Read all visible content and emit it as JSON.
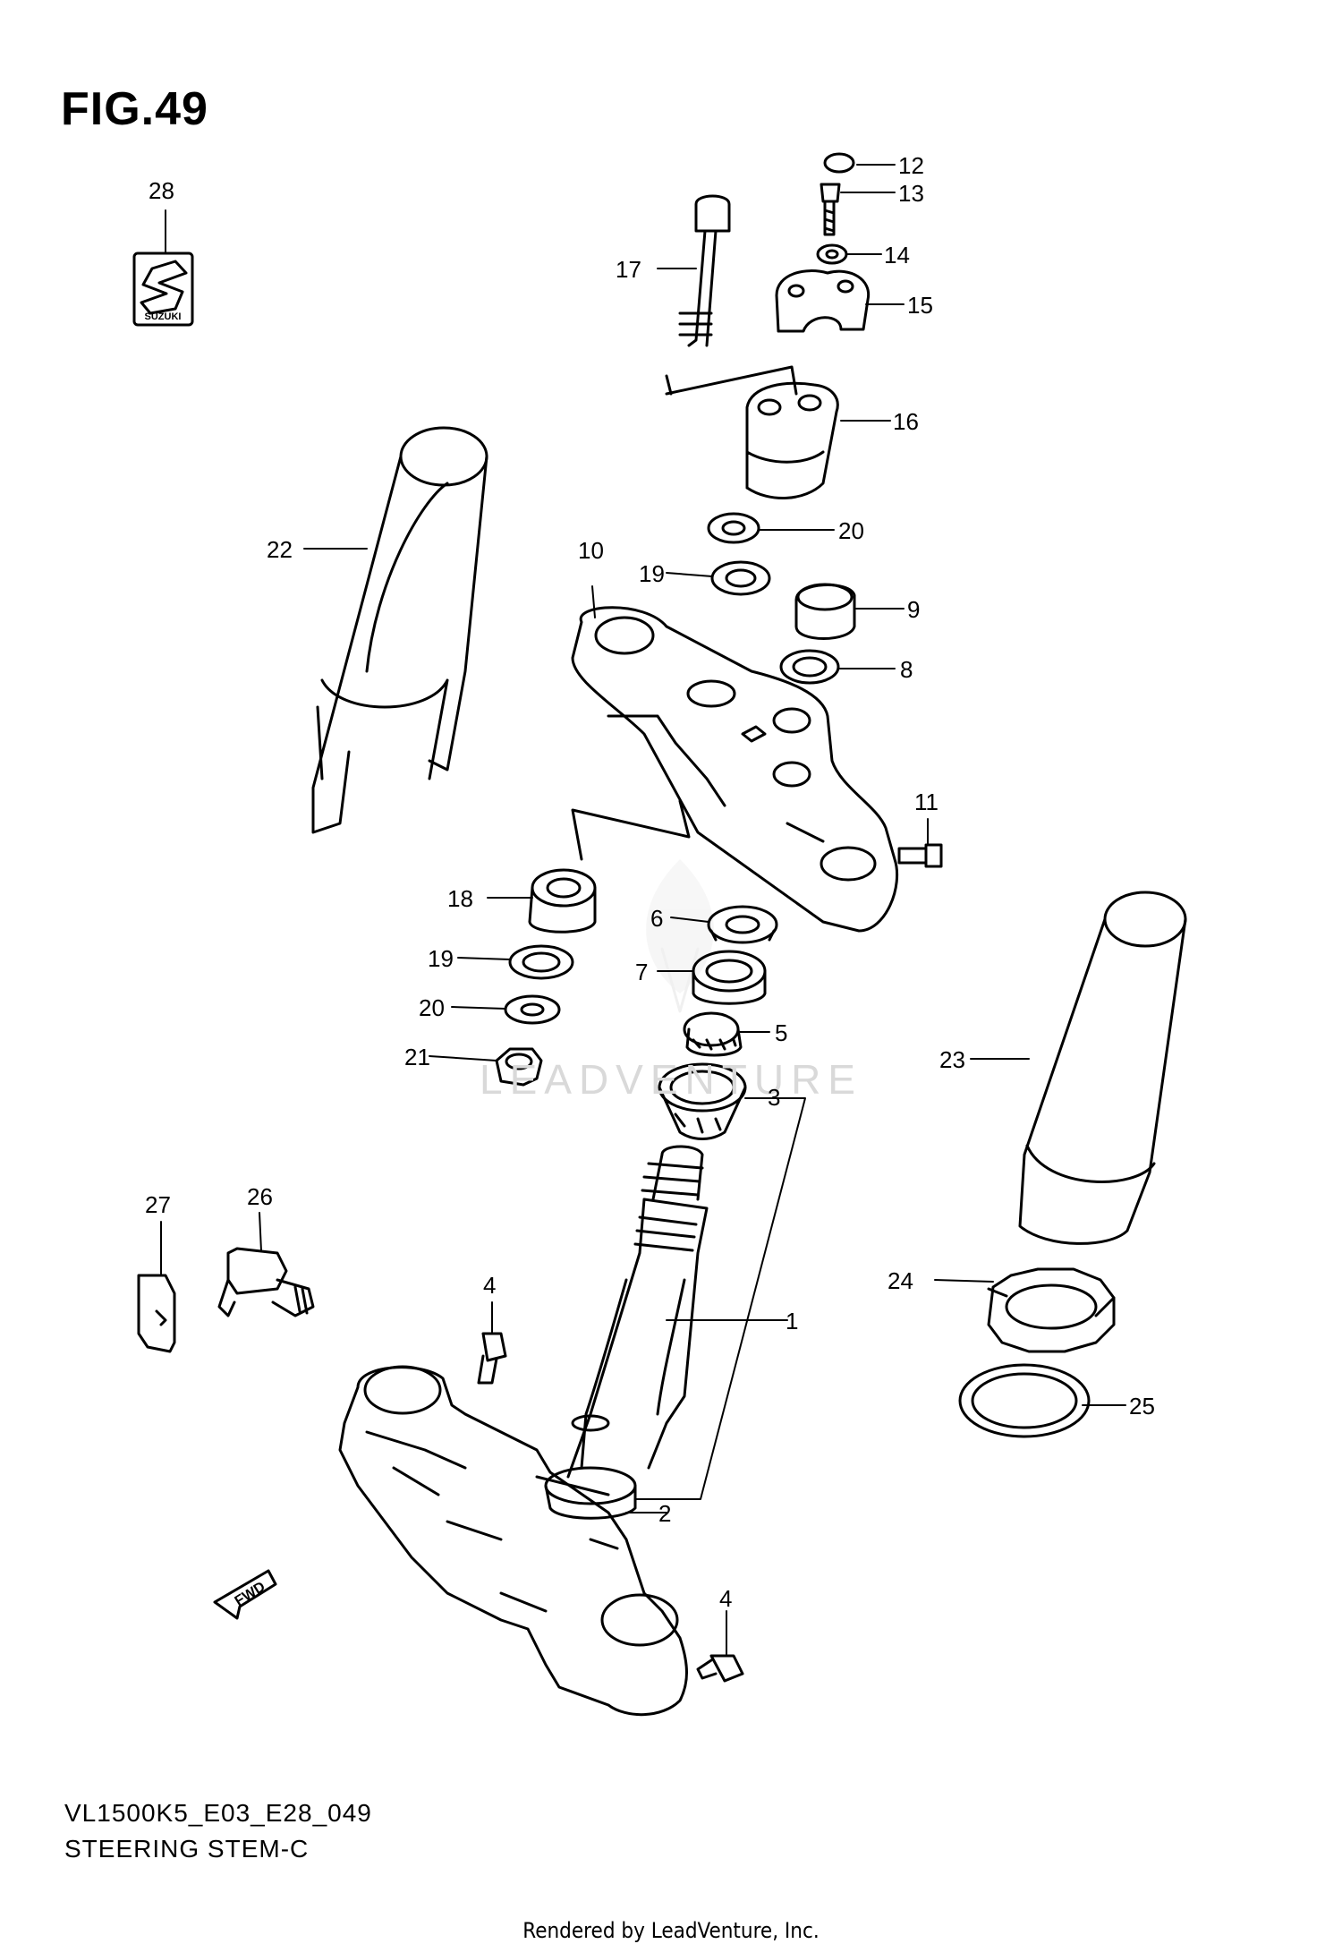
{
  "figure": {
    "title": "FIG.49",
    "model_code": "VL1500K5_E03_E28_049",
    "name": "STEERING STEM-C",
    "watermark": "LEADVENTURE",
    "fwd_label": "FWD",
    "footer": "Rendered by LeadVenture, Inc."
  },
  "brand_logo": {
    "text": "SUZUKI",
    "icon": "suzuki-s-emblem-icon"
  },
  "callouts": [
    {
      "number": "28"
    },
    {
      "number": "12"
    },
    {
      "number": "13"
    },
    {
      "number": "17"
    },
    {
      "number": "14"
    },
    {
      "number": "15"
    },
    {
      "number": "16"
    },
    {
      "number": "22"
    },
    {
      "number": "20"
    },
    {
      "number": "10"
    },
    {
      "number": "19"
    },
    {
      "number": "9"
    },
    {
      "number": "8"
    },
    {
      "number": "11"
    },
    {
      "number": "18"
    },
    {
      "number": "6"
    },
    {
      "number": "19"
    },
    {
      "number": "7"
    },
    {
      "number": "5"
    },
    {
      "number": "20"
    },
    {
      "number": "21"
    },
    {
      "number": "23"
    },
    {
      "number": "3"
    },
    {
      "number": "27"
    },
    {
      "number": "26"
    },
    {
      "number": "4"
    },
    {
      "number": "1"
    },
    {
      "number": "24"
    },
    {
      "number": "25"
    },
    {
      "number": "2"
    },
    {
      "number": "4"
    }
  ]
}
